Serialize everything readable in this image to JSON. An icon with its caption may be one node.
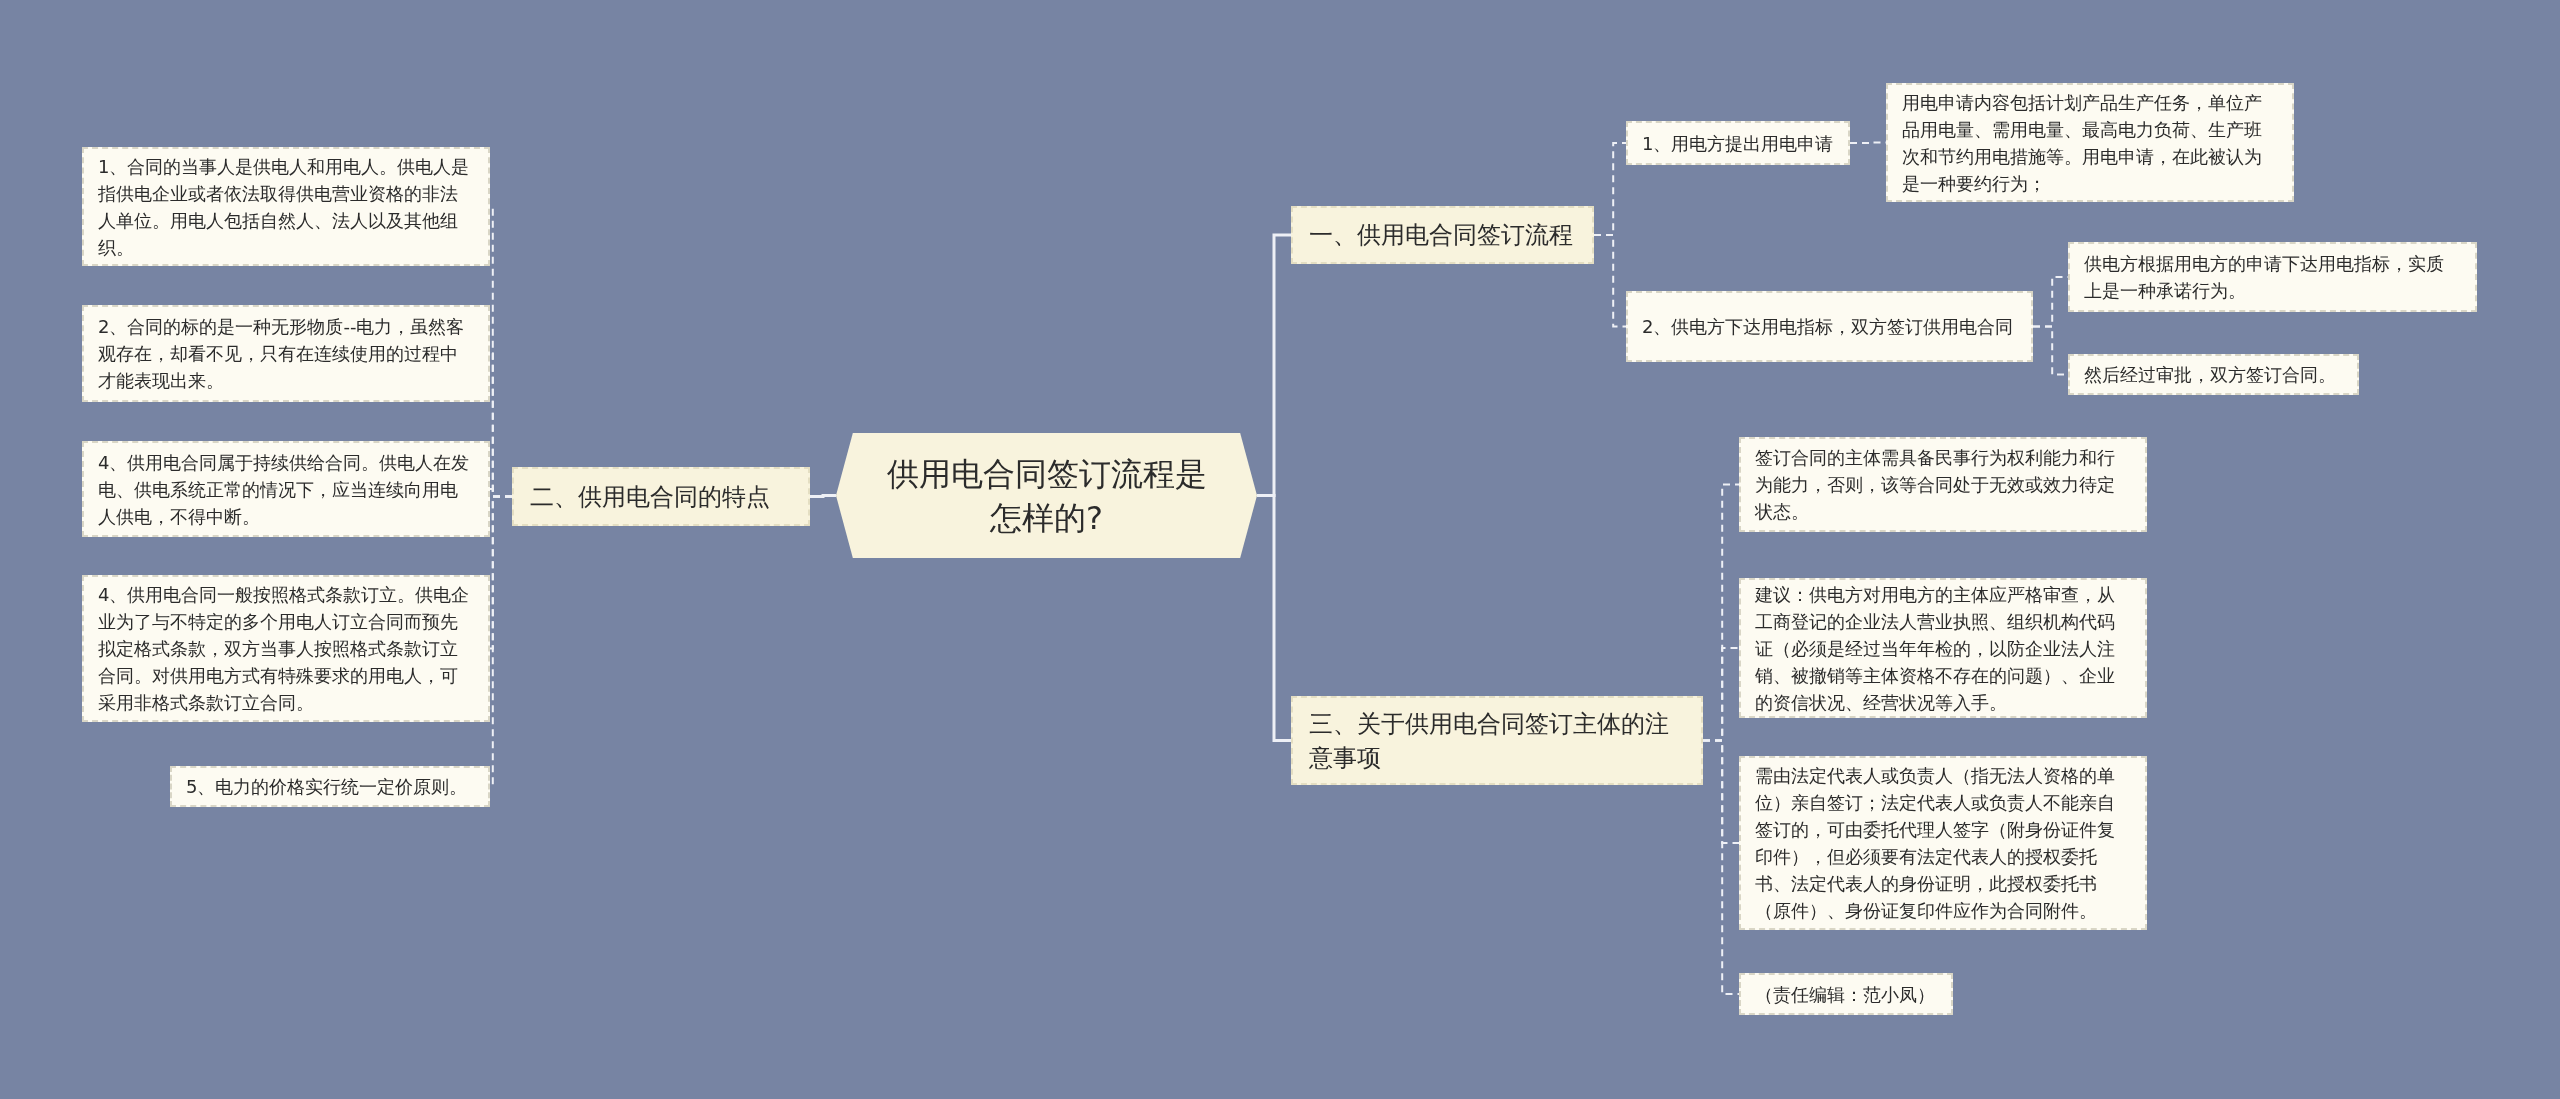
{
  "diagram": {
    "nodes": [
      {
        "text": [
          "供用电合同签订流程是怎样的?"
        ]
      },
      {
        "text": [
          "一、供用电合同签订流程"
        ]
      },
      {
        "text": [
          "1、用电方提出用电申请"
        ]
      },
      {
        "text": [
          "用电申请内容包括计划产品生产任务，单位产品用电量、需用电量、最高电力负荷、生产班次和节约用电措施等。用电申请，在此被认为是一种要约行为；"
        ]
      },
      {
        "text": [
          "2、供电方下达用电指标，双方签订供用电合同"
        ]
      },
      {
        "text": [
          "供电方根据用电方的申请下达用电指标，实质上是一种承诺行为。"
        ]
      },
      {
        "text": [
          "然后经过审批，双方签订合同。"
        ]
      },
      {
        "text": [
          "三、关于供用电合同签订主体的注意事项"
        ]
      },
      {
        "text": [
          "签订合同的主体需具备民事行为权利能力和行为能力，否则，该等合同处于无效或效力待定状态。"
        ]
      },
      {
        "text": [
          "建议：供电方对用电方的主体应严格审查，从工商登记的企业法人营业执照、组织机构代码证（必须是经过当年年检的，以防企业法人注销、被撤销等主体资格不存在的问题）、企业的资信状况、经营状况等入手。"
        ]
      },
      {
        "text": [
          "需由法定代表人或负责人（指无法人资格的单位）亲自签订；法定代表人或负责人不能亲自签订的，可由委托代理人签字（附身份证件复印件），但必须要有法定代表人的授权委托书、法定代表人的身份证明，此授权委托书（原件）、身份证复印件应作为合同附件。"
        ]
      },
      {
        "text": [
          "（责任编辑：范小凤）"
        ]
      },
      {
        "text": [
          "二、供用电合同的特点"
        ]
      },
      {
        "text": [
          "1、合同的当事人是供电人和用电人。供电人是指供电企业或者依法取得供电营业资格的非法人单位。用电人包括自然人、法人以及其他组织。"
        ]
      },
      {
        "text": [
          "2、合同的标的是一种无形物质--电力，虽然客观存在，却看不见，只有在连续使用的过程中才能表现出来。"
        ]
      },
      {
        "text": [
          "4、供用电合同属于持续供给合同。供电人在发电、供电系统正常的情况下，应当连续向用电人供电，不得中断。"
        ]
      },
      {
        "text": [
          "4、供用电合同一般按照格式条款订立。供电企业为了与不特定的多个用电人订立合同而预先拟定格式条款，双方当事人按照格式条款订立合同。对供用电方式有特殊要求的用电人，可采用非格式条款订立合同。"
        ]
      },
      {
        "text": [
          "5、电力的价格实行统一定价原则。"
        ]
      }
    ],
    "edges": [
      {
        "from": 0,
        "to": 1,
        "arrow": "none"
      },
      {
        "from": 1,
        "to": 2,
        "arrow": "none",
        "style": "dashed"
      },
      {
        "from": 2,
        "to": 3,
        "arrow": "none",
        "style": "dashed"
      },
      {
        "from": 1,
        "to": 4,
        "arrow": "none",
        "style": "dashed"
      },
      {
        "from": 4,
        "to": 5,
        "arrow": "none",
        "style": "dashed"
      },
      {
        "from": 4,
        "to": 6,
        "arrow": "none",
        "style": "dashed"
      },
      {
        "from": 0,
        "to": 7,
        "arrow": "none"
      },
      {
        "from": 7,
        "to": 8,
        "arrow": "none",
        "style": "dashed"
      },
      {
        "from": 7,
        "to": 9,
        "arrow": "none",
        "style": "dashed"
      },
      {
        "from": 7,
        "to": 10,
        "arrow": "none",
        "style": "dashed"
      },
      {
        "from": 7,
        "to": 11,
        "arrow": "none",
        "style": "dashed"
      },
      {
        "from": 0,
        "to": 12,
        "arrow": "none"
      },
      {
        "from": 12,
        "to": 13,
        "arrow": "none",
        "style": "dashed"
      },
      {
        "from": 12,
        "to": 14,
        "arrow": "none",
        "style": "dashed"
      },
      {
        "from": 12,
        "to": 15,
        "arrow": "none",
        "style": "dashed"
      },
      {
        "from": 12,
        "to": 16,
        "arrow": "none",
        "style": "dashed"
      },
      {
        "from": 12,
        "to": 17,
        "arrow": "none",
        "style": "dashed"
      }
    ]
  }
}
